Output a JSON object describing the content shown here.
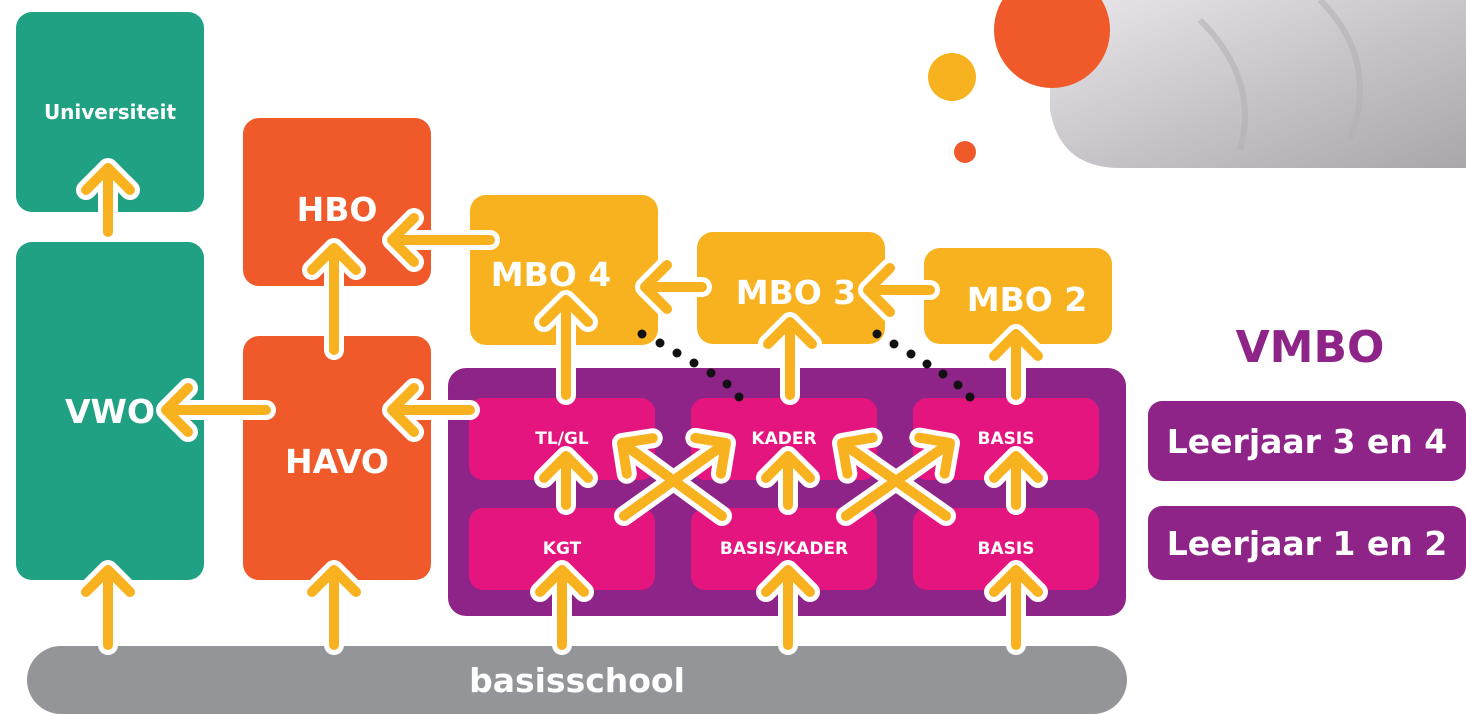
{
  "levels": {
    "universiteit": "Universiteit",
    "vwo": "VWO",
    "hbo": "HBO",
    "havo": "HAVO",
    "mbo4": "MBO 4",
    "mbo3": "MBO 3",
    "mbo2": "MBO 2",
    "tlgl": "TL/GL",
    "kader": "KADER",
    "basis_upper": "BASIS",
    "kgt": "KGT",
    "basiskader": "BASIS/KADER",
    "basis_lower": "BASIS",
    "basisschool": "basisschool"
  },
  "legend": {
    "title": "VMBO",
    "upper": "Leerjaar 3 en 4",
    "lower": "Leerjaar 1 en 2"
  },
  "colors": {
    "vwo_green": "#20a183",
    "havo_orange": "#f05a2b",
    "mbo_yellow": "#f9b21f",
    "vmbo_purple": "#8e2487",
    "track_pink": "#e5157f",
    "basisschool_grey": "#939598",
    "arrow": "#f9b21f"
  }
}
